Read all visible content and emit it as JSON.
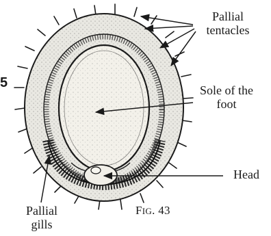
{
  "labels": {
    "pallial_tentacles_line1": "Pallial",
    "pallial_tentacles_line2": "tentacles",
    "sole_line1": "Sole of the",
    "sole_line2": "foot",
    "head": "Head",
    "pallial_gills_line1": "Pallial",
    "pallial_gills_line2": "gills",
    "figure_caption_prefix": "F",
    "figure_caption_smallcaps": "IG",
    "figure_caption_number": ". 43",
    "page_number_fragment": "5"
  },
  "colors": {
    "ink": "#1a1a1a",
    "mantle_fill": "#e9e8e2",
    "foot_fill": "#f3f1ea",
    "gill_dark": "#2b2b2b",
    "background": "#ffffff"
  }
}
